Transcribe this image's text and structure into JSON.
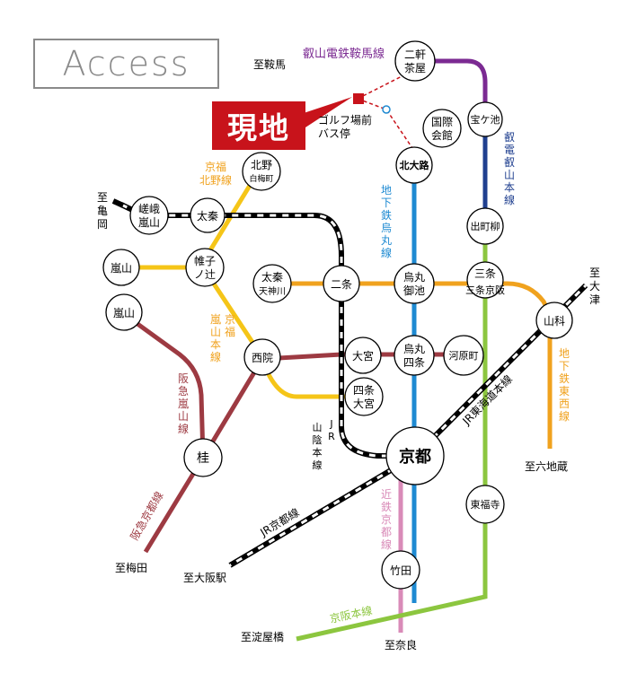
{
  "title": "Access",
  "site_label": "現地",
  "bus_stop": [
    "ゴルフ場前",
    "バス停"
  ],
  "colors": {
    "eizan_kurama": "#7b2a92",
    "eizan_main": "#1f3f8f",
    "karasuma": "#1e8ad2",
    "tozai": "#f0a21e",
    "randen": "#f5c518",
    "hankyu": "#9d3a42",
    "jr_sanin": "#000000",
    "keihan": "#8cc63f",
    "kintetsu": "#d98bb8",
    "genchi": "#c8131b"
  },
  "lines": {
    "eizan_kurama": "叡山電鉄鞍馬線",
    "eizan_main": [
      "叡",
      "電",
      "叡",
      "山",
      "本",
      "線"
    ],
    "karasuma": [
      "地",
      "下",
      "鉄",
      "烏",
      "丸",
      "線"
    ],
    "tozai": [
      "地",
      "下",
      "鉄",
      "東",
      "西",
      "線"
    ],
    "randen_kitano": [
      "京福",
      "北野線"
    ],
    "randen_arashiyama": [
      "嵐",
      "京",
      "福",
      "山",
      "本",
      "線"
    ],
    "hankyu_arashiyama": [
      "阪",
      "急",
      "嵐",
      "山",
      "線"
    ],
    "hankyu_kyoto": "阪急京都線",
    "jr_sanin": [
      "J",
      "R",
      "山",
      "陰",
      "本",
      "線"
    ],
    "jr_kyoto": "JR京都線",
    "jr_tokaido": "JR東海道本線",
    "kintetsu": [
      "近",
      "鉄",
      "京",
      "都",
      "線"
    ],
    "keihan": "京阪本線"
  },
  "stations": {
    "nikenchaya": [
      "二軒",
      "茶屋"
    ],
    "takaragaike": "宝ケ池",
    "kokusai": [
      "国際",
      "会館"
    ],
    "kitaoji": "北大路",
    "demachiyanagi": "出町柳",
    "kitano": [
      "北野",
      "白梅町"
    ],
    "sagaarashiyama": [
      "嵯峨",
      "嵐山"
    ],
    "uzumasa": "太秦",
    "randen_arashiyama": "嵐山",
    "katabiranotsuji": [
      "帷子",
      "ノ辻"
    ],
    "hankyu_arashiyama": "嵐山",
    "uzumasa_tenjingawa": [
      "太秦",
      "天神川"
    ],
    "nijo": "二条",
    "karasuma_oike": [
      "烏丸",
      "御池"
    ],
    "sanjo": "三条",
    "sanjo_keihan": "三条京阪",
    "yamashina": "山科",
    "saiin": "西院",
    "omiya": "大宮",
    "karasuma_shijo": [
      "烏丸",
      "四条"
    ],
    "kawaramachi": "河原町",
    "shijo_omiya": [
      "四条",
      "大宮"
    ],
    "katsura": "桂",
    "kyoto": "京都",
    "tofukuji": "東福寺",
    "takeda": "竹田"
  },
  "destinations": {
    "kurama": "至鞍馬",
    "kameoka": [
      "至",
      "亀",
      "岡"
    ],
    "otsu": [
      "至",
      "大",
      "津"
    ],
    "rokujizo": "至六地蔵",
    "umeda": "至梅田",
    "osaka": "至大阪駅",
    "yodoyabashi": "至淀屋橋",
    "nara": "至奈良"
  }
}
